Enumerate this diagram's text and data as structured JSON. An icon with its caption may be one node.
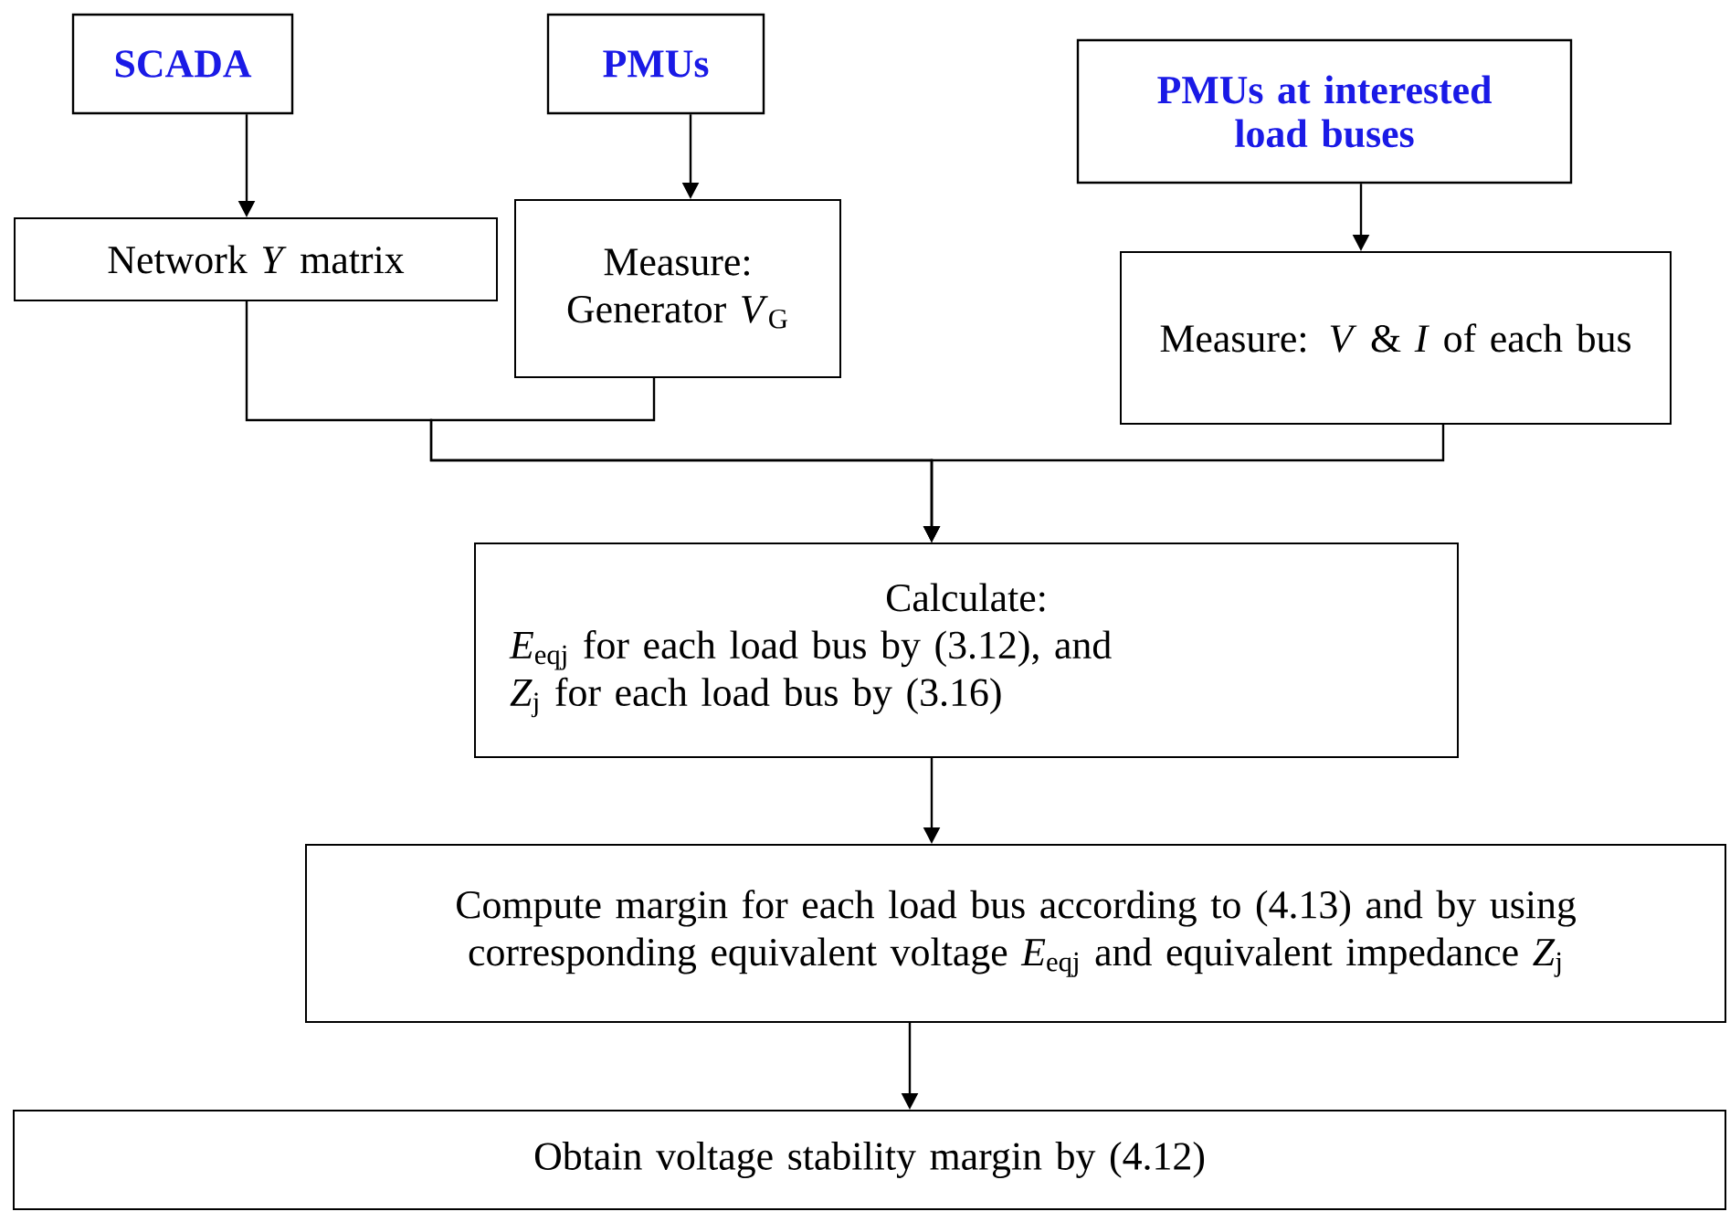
{
  "diagram": {
    "nodes": [
      {
        "text": [
          "SCADA"
        ]
      },
      {
        "text": [
          "PMUs"
        ]
      },
      {
        "text": [
          "PMUs at interested load buses"
        ]
      },
      {
        "text": [
          "Network *Y* matrix"
        ]
      },
      {
        "text": [
          "Measure: Generator *V*$_{G}$"
        ]
      },
      {
        "text": [
          "Measure: *V* & *I* of each bus"
        ]
      },
      {
        "text": [
          "Calculate:",
          "*E*$_{eqj}$ for each load bus by (3.12), and",
          "*Z*$_{j}$ for each load bus by (3.16)"
        ]
      },
      {
        "text": [
          "Compute margin for each load bus according to (4.13) and by using corresponding equivalent voltage *E*$_{eqj}$ and equivalent impedance *Z*$_{j}$"
        ]
      },
      {
        "text": [
          "Obtain voltage stability margin by (4.12)"
        ]
      }
    ],
    "edges": [
      {
        "from": 0,
        "to": 3,
        "arrow": "to"
      },
      {
        "from": 1,
        "to": 4,
        "arrow": "to"
      },
      {
        "from": 2,
        "to": 5,
        "arrow": "to"
      },
      {
        "from": 3,
        "to": 6,
        "arrow": "to"
      },
      {
        "from": 4,
        "to": 6,
        "arrow": "to"
      },
      {
        "from": 5,
        "to": 6,
        "arrow": "to"
      },
      {
        "from": 6,
        "to": 7,
        "arrow": "to"
      },
      {
        "from": 7,
        "to": 8,
        "arrow": "to"
      }
    ]
  }
}
